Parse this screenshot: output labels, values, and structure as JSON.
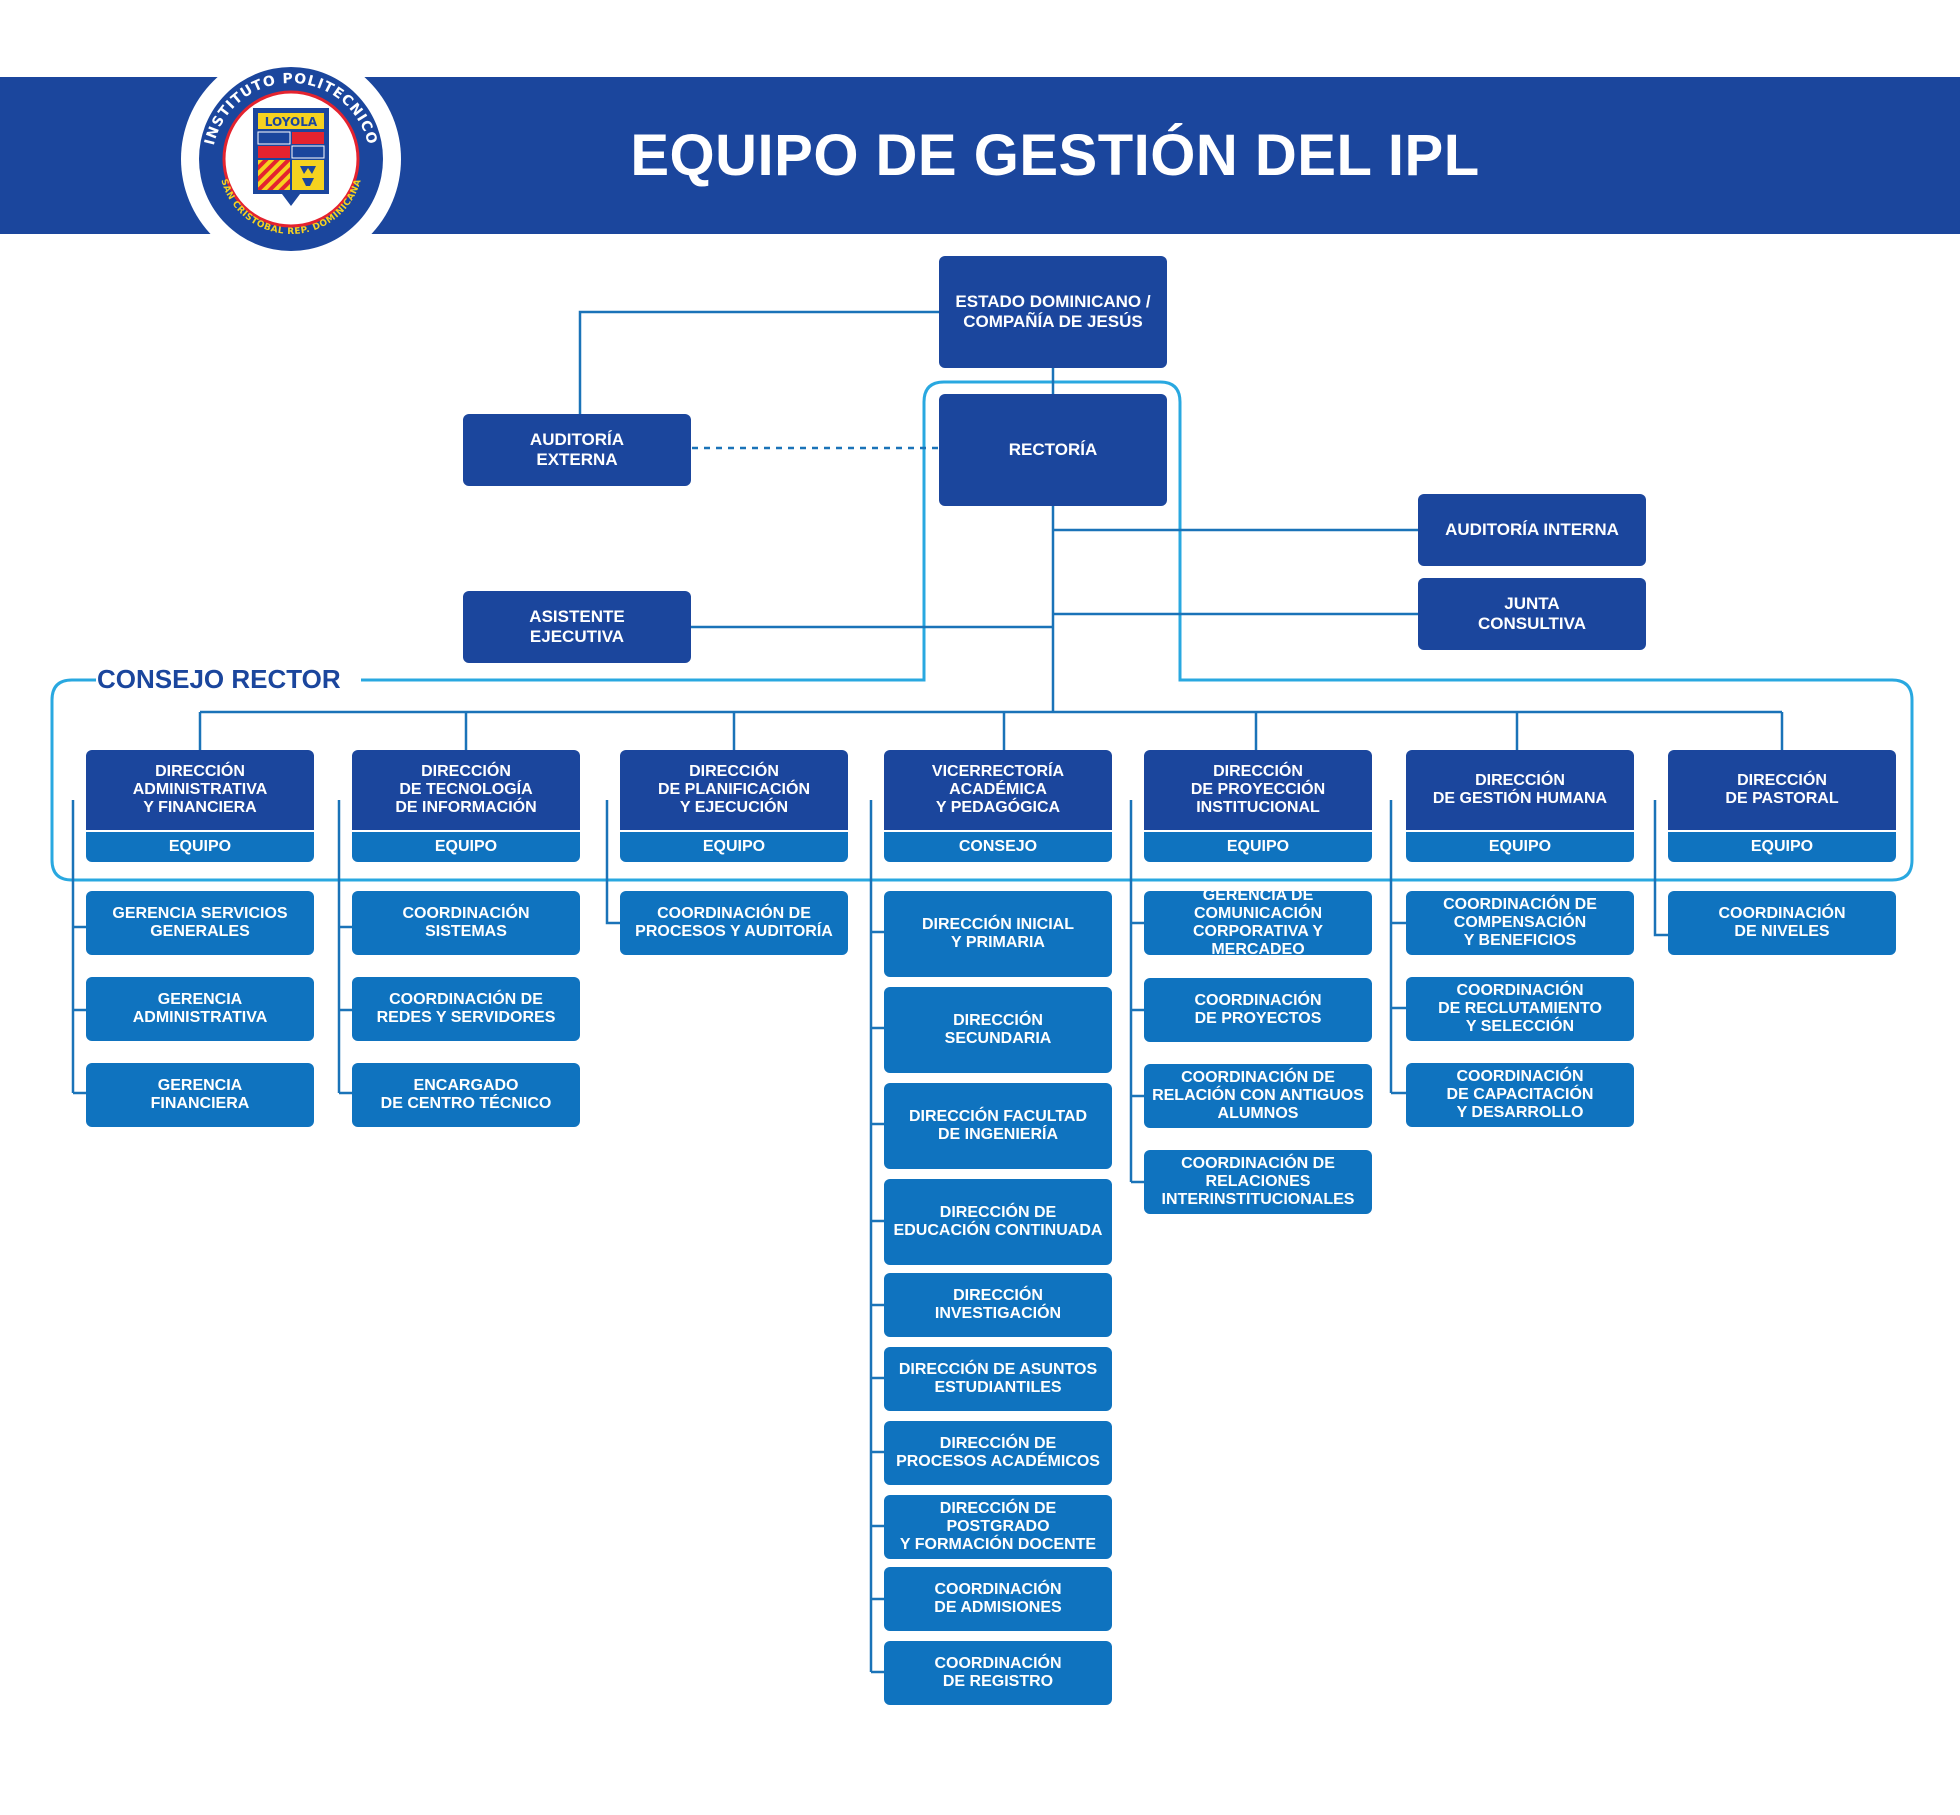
{
  "title": "EQUIPO DE GESTIÓN DEL IPL",
  "logo": {
    "ring_text_top": "INSTITUTO POLITECNICO",
    "ring_text_bottom": "SAN CRISTOBAL REP. DOMINICANA",
    "shield_text": "LOYOLA"
  },
  "colors": {
    "header": "#1b469d",
    "box_dark": "#1b469d",
    "box_light": "#0f73bf",
    "council_outline": "#29a8e0",
    "connector": "#1a73b8"
  },
  "top": {
    "estado": "ESTADO DOMINICANO /\nCOMPAÑÍA DE JESÚS",
    "rectoria": "RECTORÍA",
    "auditoria_externa": "AUDITORÍA\nEXTERNA",
    "asistente": "ASISTENTE\nEJECUTIVA",
    "auditoria_interna": "AUDITORÍA INTERNA",
    "junta": "JUNTA\nCONSULTIVA"
  },
  "council_label": "CONSEJO RECTOR",
  "departments": [
    {
      "name": "DIRECCIÓN\nADMINISTRATIVA\nY FINANCIERA",
      "sub": "EQUIPO",
      "units": [
        "GERENCIA SERVICIOS\nGENERALES",
        "GERENCIA\nADMINISTRATIVA",
        "GERENCIA\nFINANCIERA"
      ]
    },
    {
      "name": "DIRECCIÓN\nDE TECNOLOGÍA\nDE INFORMACIÓN",
      "sub": "EQUIPO",
      "units": [
        "COORDINACIÓN\nSISTEMAS",
        "COORDINACIÓN DE\nREDES Y SERVIDORES",
        "ENCARGADO\nDE CENTRO TÉCNICO"
      ]
    },
    {
      "name": "DIRECCIÓN\nDE PLANIFICACIÓN\nY EJECUCIÓN",
      "sub": "EQUIPO",
      "units": [
        "COORDINACIÓN DE\nPROCESOS Y AUDITORÍA"
      ]
    },
    {
      "name": "VICERRECTORÍA\nACADÉMICA\nY PEDAGÓGICA",
      "sub": "CONSEJO",
      "units": [
        "DIRECCIÓN INICIAL\nY PRIMARIA",
        "DIRECCIÓN\nSECUNDARIA",
        "DIRECCIÓN FACULTAD\nDE INGENIERÍA",
        "DIRECCIÓN DE\nEDUCACIÓN CONTINUADA",
        "DIRECCIÓN\nINVESTIGACIÓN",
        "DIRECCIÓN DE ASUNTOS\nESTUDIANTILES",
        "DIRECCIÓN DE\nPROCESOS ACADÉMICOS",
        "DIRECCIÓN DE POSTGRADO\nY FORMACIÓN DOCENTE",
        "COORDINACIÓN\nDE ADMISIONES",
        "COORDINACIÓN\nDE REGISTRO"
      ]
    },
    {
      "name": "DIRECCIÓN\nDE PROYECCIÓN\nINSTITUCIONAL",
      "sub": "EQUIPO",
      "units": [
        "GERENCIA DE\nCOMUNICACIÓN\nCORPORATIVA Y MERCADEO",
        "COORDINACIÓN\nDE PROYECTOS",
        "COORDINACIÓN DE\nRELACIÓN CON ANTIGUOS\nALUMNOS",
        "COORDINACIÓN DE\nRELACIONES\nINTERINSTITUCIONALES"
      ]
    },
    {
      "name": "DIRECCIÓN\nDE GESTIÓN HUMANA",
      "sub": "EQUIPO",
      "units": [
        "COORDINACIÓN DE\nCOMPENSACIÓN\nY BENEFICIOS",
        "COORDINACIÓN\nDE RECLUTAMIENTO\nY SELECCIÓN",
        "COORDINACIÓN\nDE CAPACITACIÓN\nY DESARROLLO"
      ]
    },
    {
      "name": "DIRECCIÓN\nDE PASTORAL",
      "sub": "EQUIPO",
      "units": [
        "COORDINACIÓN\nDE NIVELES"
      ]
    }
  ]
}
